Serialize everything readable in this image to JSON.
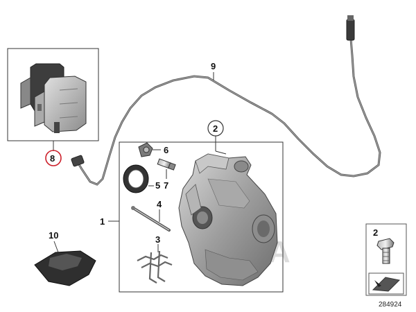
{
  "callouts": {
    "c1": "1",
    "c2": "2",
    "c3": "3",
    "c4": "4",
    "c5": "5",
    "c6": "6",
    "c7": "7",
    "c8": "8",
    "c9": "9",
    "c10": "10",
    "c2_bolt": "2"
  },
  "diagram_number": "284924",
  "watermark": "EXIA",
  "colors": {
    "highlight_circle": "#cc1f2a",
    "frame": "#333333",
    "part_fill": "#9a9a9a",
    "part_dark": "#3a3a3a"
  }
}
